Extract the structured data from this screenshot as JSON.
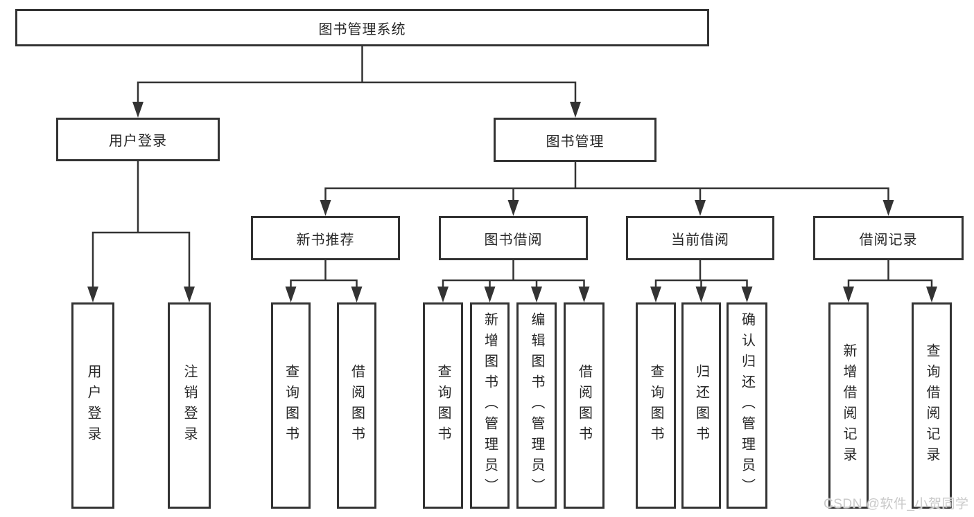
{
  "diagram": {
    "root": {
      "label": "图书管理系统"
    },
    "branches": [
      {
        "label": "用户登录",
        "children": [
          {
            "label": "用户登录"
          },
          {
            "label": "注销登录"
          }
        ]
      },
      {
        "label": "图书管理",
        "children": [
          {
            "label": "新书推荐",
            "children": [
              {
                "label": "查询图书"
              },
              {
                "label": "借阅图书"
              }
            ]
          },
          {
            "label": "图书借阅",
            "children": [
              {
                "label": "查询图书"
              },
              {
                "label": "新增图书（管理员）"
              },
              {
                "label": "编辑图书（管理员）"
              },
              {
                "label": "借阅图书"
              }
            ]
          },
          {
            "label": "当前借阅",
            "children": [
              {
                "label": "查询图书"
              },
              {
                "label": "归还图书"
              },
              {
                "label": "确认归还（管理员）"
              }
            ]
          },
          {
            "label": "借阅记录",
            "children": [
              {
                "label": "新增借阅记录"
              },
              {
                "label": "查询借阅记录"
              }
            ]
          }
        ]
      }
    ],
    "watermark": "CSDN @软件_小贺同学",
    "colors": {
      "line": "#333333",
      "box_border": "#333333",
      "box_fill": "#ffffff",
      "text": "#262626",
      "watermark": "#c9c9c9",
      "background": "#ffffff"
    }
  }
}
